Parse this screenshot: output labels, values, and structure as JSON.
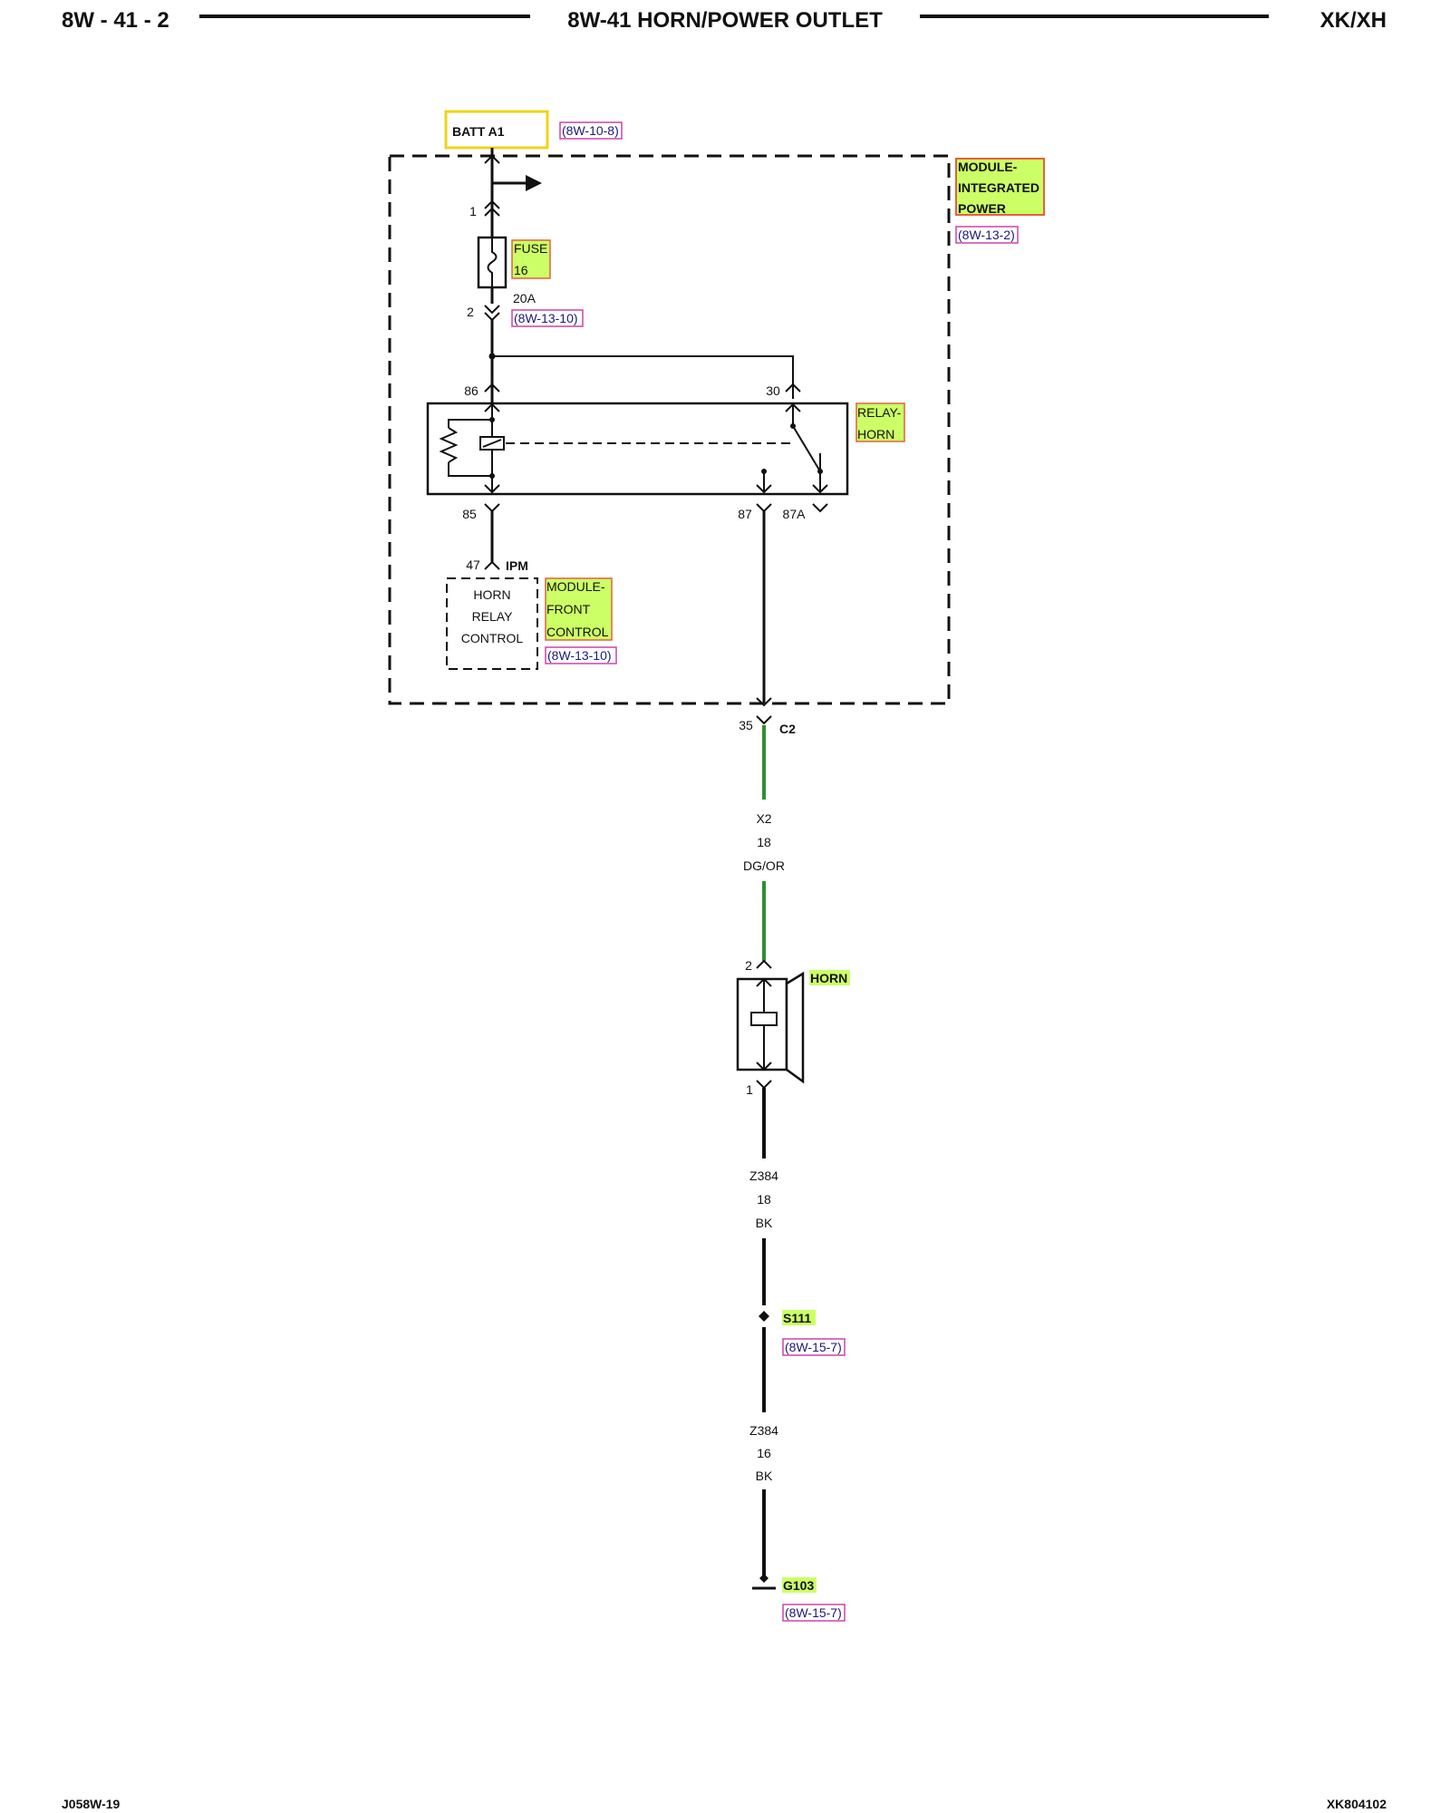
{
  "header": {
    "page_number": "8W - 41 - 2",
    "title": "8W-41 HORN/POWER OUTLET",
    "model": "XK/XH"
  },
  "footer": {
    "left_code": "J058W-19",
    "right_code": "XK804102"
  },
  "colors": {
    "wire_green": "#2f8f2f",
    "highlight_fill": "#ccff66",
    "highlight_border_red": "#e0623a",
    "highlight_border_yellow": "#f2d21a",
    "ref_border": "#cc44aa",
    "ref_text": "#1a1a7a"
  },
  "diagram": {
    "batt_label": "BATT A1",
    "batt_ref": "(8W-10-8)",
    "ipm_module": {
      "line1": "MODULE-",
      "line2": "INTEGRATED",
      "line3": "POWER",
      "ref": "(8W-13-2)"
    },
    "fuse": {
      "label_line1": "FUSE",
      "label_line2": "16",
      "rating": "20A",
      "ref": "(8W-13-10)",
      "pin_top": "1",
      "pin_bottom": "2"
    },
    "relay": {
      "label_line1": "RELAY-",
      "label_line2": "HORN",
      "pin_86": "86",
      "pin_30": "30",
      "pin_85": "85",
      "pin_87": "87",
      "pin_87a": "87A"
    },
    "fcm": {
      "pin": "47",
      "connector": "IPM",
      "box_line1": "HORN",
      "box_line2": "RELAY",
      "box_line3": "CONTROL",
      "label_line1": "MODULE-",
      "label_line2": "FRONT",
      "label_line3": "CONTROL",
      "ref": "(8W-13-10)"
    },
    "c2": {
      "pin": "35",
      "connector": "C2"
    },
    "wire_x2": {
      "circuit": "X2",
      "gauge": "18",
      "color": "DG/OR"
    },
    "horn": {
      "label": "HORN",
      "pin_top": "2",
      "pin_bottom": "1"
    },
    "wire_z384_a": {
      "circuit": "Z384",
      "gauge": "18",
      "color": "BK"
    },
    "splice": {
      "label": "S111",
      "ref": "(8W-15-7)"
    },
    "wire_z384_b": {
      "circuit": "Z384",
      "gauge": "16",
      "color": "BK"
    },
    "ground": {
      "label": "G103",
      "ref": "(8W-15-7)"
    }
  }
}
